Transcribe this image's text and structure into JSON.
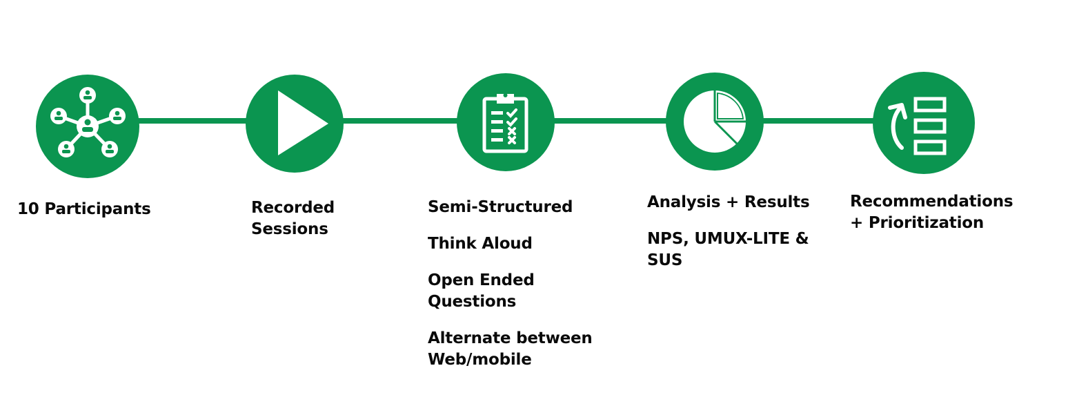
{
  "theme": {
    "accent": "#0B9550",
    "text": "#0a0a0a",
    "background": "#ffffff"
  },
  "steps": [
    {
      "id": "participants",
      "icon": "network-people-icon",
      "labels": [
        "10 Participants"
      ]
    },
    {
      "id": "recorded",
      "icon": "play-icon",
      "labels": [
        "Recorded\nSessions"
      ]
    },
    {
      "id": "methods",
      "icon": "clipboard-checklist-icon",
      "labels": [
        "Semi-Structured",
        "Think Aloud",
        "Open Ended\nQuestions",
        "Alternate between\nWeb/mobile"
      ]
    },
    {
      "id": "analysis",
      "icon": "pie-chart-icon",
      "labels": [
        "Analysis + Results",
        "NPS, UMUX-LITE &\nSUS"
      ]
    },
    {
      "id": "recommendations",
      "icon": "prioritize-list-icon",
      "labels": [
        "Recommendations\n+ Prioritization"
      ]
    }
  ]
}
